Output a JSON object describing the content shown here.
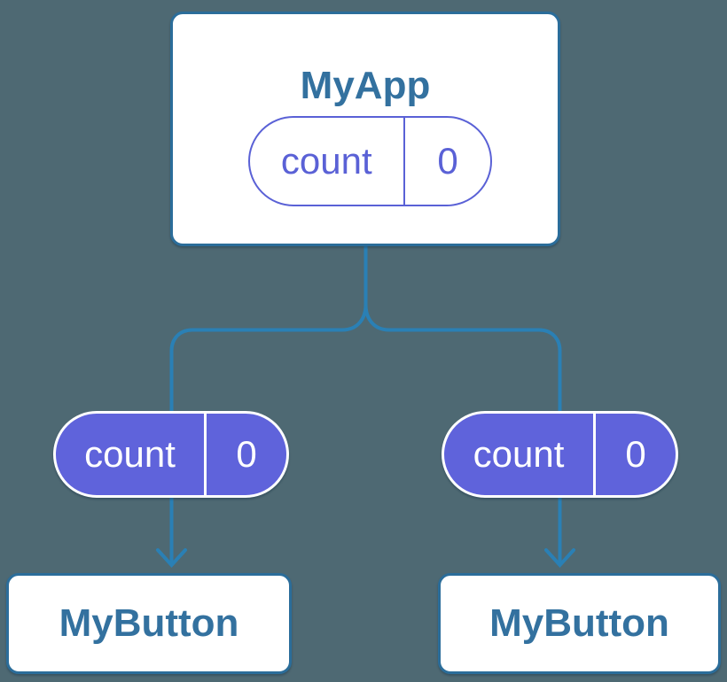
{
  "background_color": "#4e6973",
  "colors": {
    "connector_blue": "#2a80b5",
    "node_border_blue": "#2b6d9a",
    "node_background": "#ffffff",
    "node_label_blue": "#33719f",
    "state_purple_outline": "#5a61d6",
    "state_purple_fill": "#5f63db",
    "state_text_on_fill": "#ffffff"
  },
  "diagram": {
    "root": {
      "label": "MyApp",
      "state": {
        "name": "count",
        "value": "0"
      }
    },
    "children": [
      {
        "label": "MyButton",
        "prop": {
          "name": "count",
          "value": "0"
        }
      },
      {
        "label": "MyButton",
        "prop": {
          "name": "count",
          "value": "0"
        }
      }
    ]
  }
}
